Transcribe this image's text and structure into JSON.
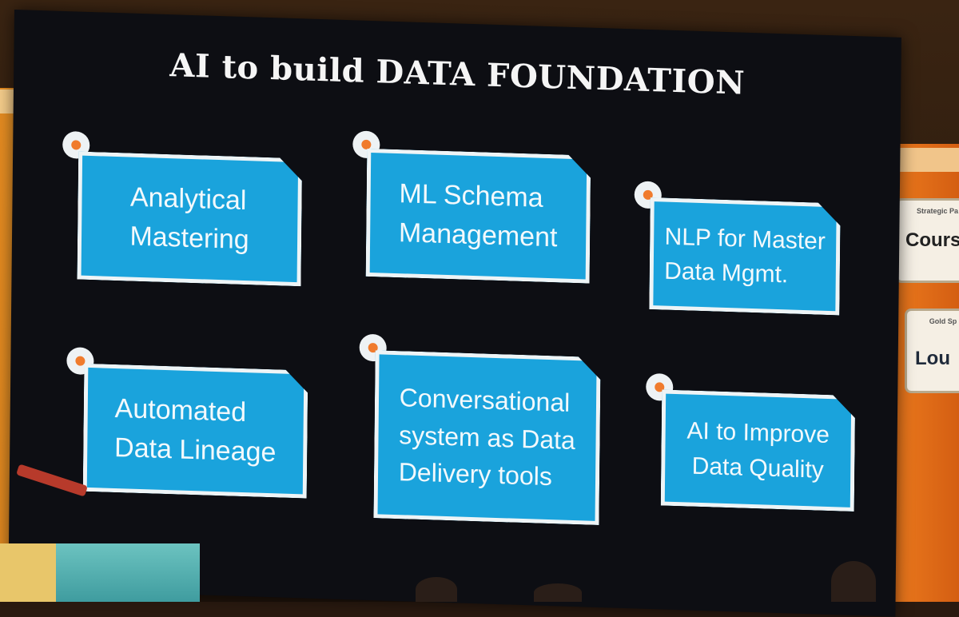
{
  "slide": {
    "title": "AI to build DATA FOUNDATION",
    "boxes": [
      {
        "line1": "Analytical",
        "line2": "Mastering",
        "line3": ""
      },
      {
        "line1": "ML Schema",
        "line2": "Management",
        "line3": ""
      },
      {
        "line1": "NLP for Master",
        "line2": "Data Mgmt.",
        "line3": ""
      },
      {
        "line1": "Automated",
        "line2": "Data Lineage",
        "line3": ""
      },
      {
        "line1": "Conversational",
        "line2": "system as Data",
        "line3": "Delivery tools"
      },
      {
        "line1": "AI to Improve",
        "line2": "Data Quality",
        "line3": ""
      }
    ],
    "colors": {
      "box_fill": "#1aa3dc",
      "box_border": "#eef4f6",
      "pin_dot": "#f07b2d",
      "screen": "#0d0e13"
    }
  },
  "signs": [
    {
      "small": "Strategic Pa",
      "big": "Course"
    },
    {
      "small": "Gold Sp",
      "big": "Lou"
    }
  ]
}
